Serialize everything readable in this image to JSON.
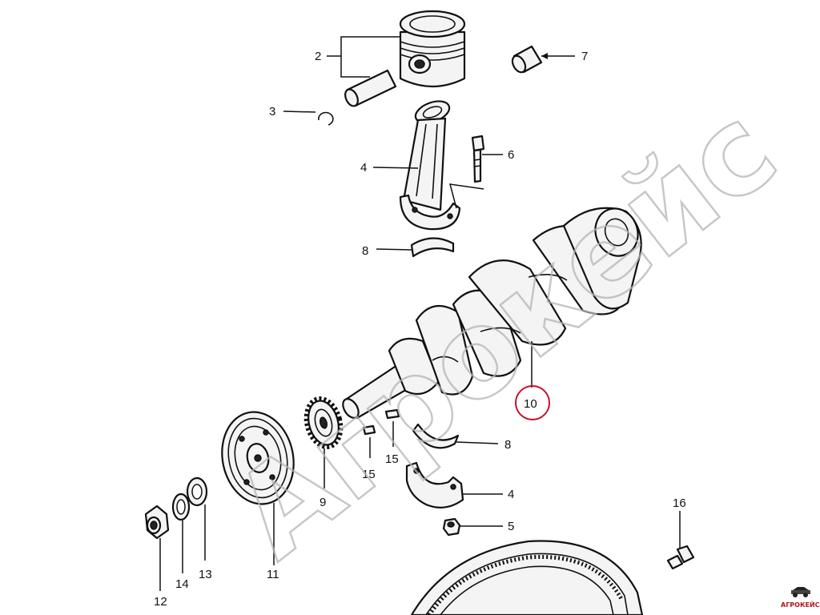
{
  "watermark": "Агрокейс",
  "logo_text": "АГРОКЕЙС",
  "callouts": {
    "c2": "2",
    "c3": "3",
    "c4_top": "4",
    "c6": "6",
    "c7": "7",
    "c8_top": "8",
    "c10": "10",
    "c8_bottom": "8",
    "c4_bottom": "4",
    "c5": "5",
    "c16": "16",
    "c15_left": "15",
    "c15_right": "15",
    "c9": "9",
    "c11": "11",
    "c12": "12",
    "c13": "13",
    "c14": "14"
  },
  "highlight_color": "#c8102e"
}
